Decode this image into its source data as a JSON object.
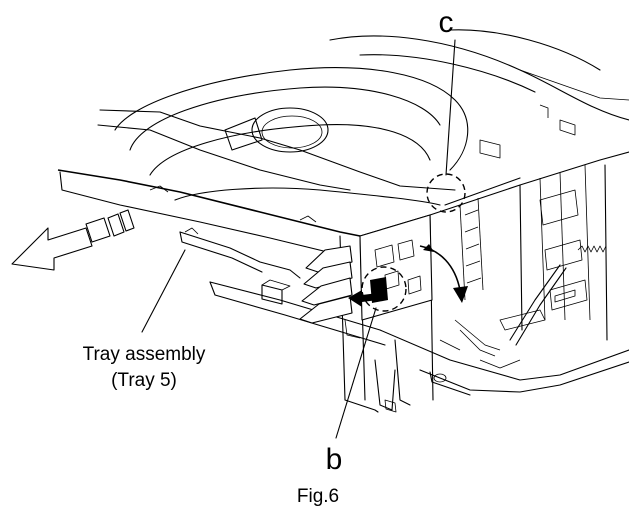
{
  "figure": {
    "caption": "Fig.6",
    "callouts": {
      "c": "c",
      "b": "b"
    },
    "label": {
      "line1": "Tray assembly",
      "line2": "(Tray 5)"
    }
  },
  "colors": {
    "ink": "#000000",
    "paper": "#ffffff"
  }
}
